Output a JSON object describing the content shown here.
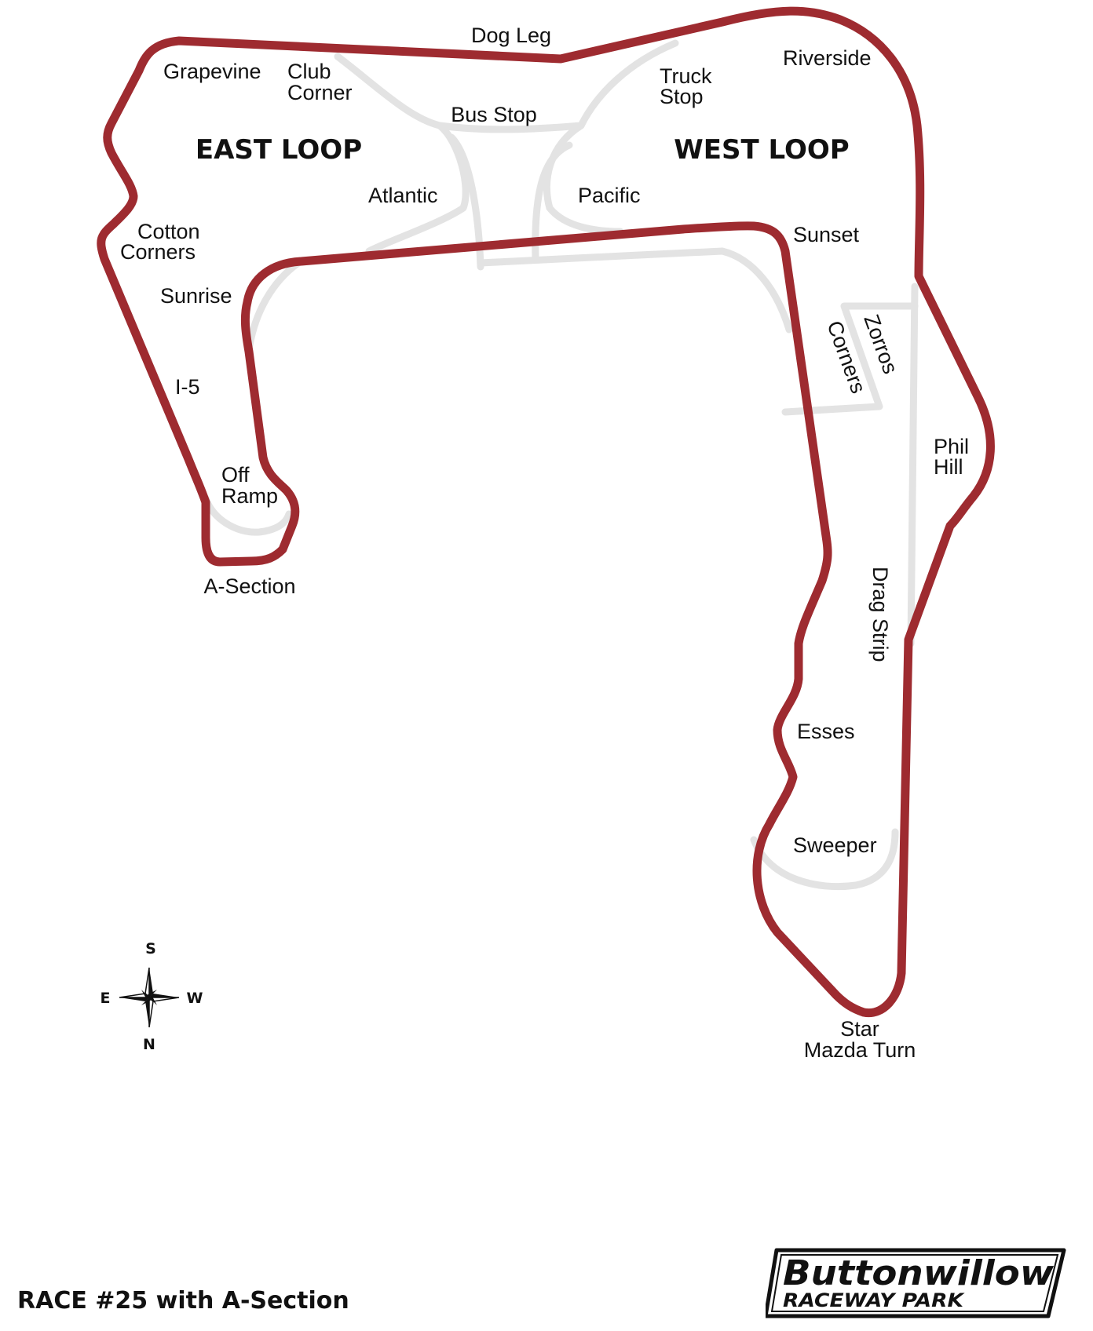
{
  "map": {
    "loops": {
      "east": "EAST LOOP",
      "west": "WEST LOOP"
    },
    "turns": {
      "dog_leg": "Dog Leg",
      "grapevine": "Grapevine",
      "club_corner": [
        "Club",
        "Corner"
      ],
      "bus_stop": "Bus Stop",
      "truck_stop": [
        "Truck",
        "Stop"
      ],
      "riverside": "Riverside",
      "atlantic": "Atlantic",
      "pacific": "Pacific",
      "cotton_corners": [
        "Cotton",
        "Corners"
      ],
      "sunset": "Sunset",
      "sunrise": "Sunrise",
      "zorros": "Zorros",
      "corners": "Corners",
      "i5": "I-5",
      "phil_hill": [
        "Phil",
        "Hill"
      ],
      "off_ramp": [
        "Off",
        "Ramp"
      ],
      "a_section": "A-Section",
      "drag_strip": "Drag Strip",
      "esses": "Esses",
      "sweeper": "Sweeper",
      "star_mazda_turn": [
        "Star",
        "Mazda Turn"
      ]
    },
    "compass": {
      "s": "S",
      "e": "E",
      "w": "W",
      "n": "N"
    },
    "colors": {
      "race_route": "#9e2b30",
      "other_track": "#e3e3e3"
    }
  },
  "footer": {
    "caption": "RACE #25 with A-Section",
    "logo_main": "Buttonwillow",
    "logo_sub": "RACEWAY PARK"
  }
}
